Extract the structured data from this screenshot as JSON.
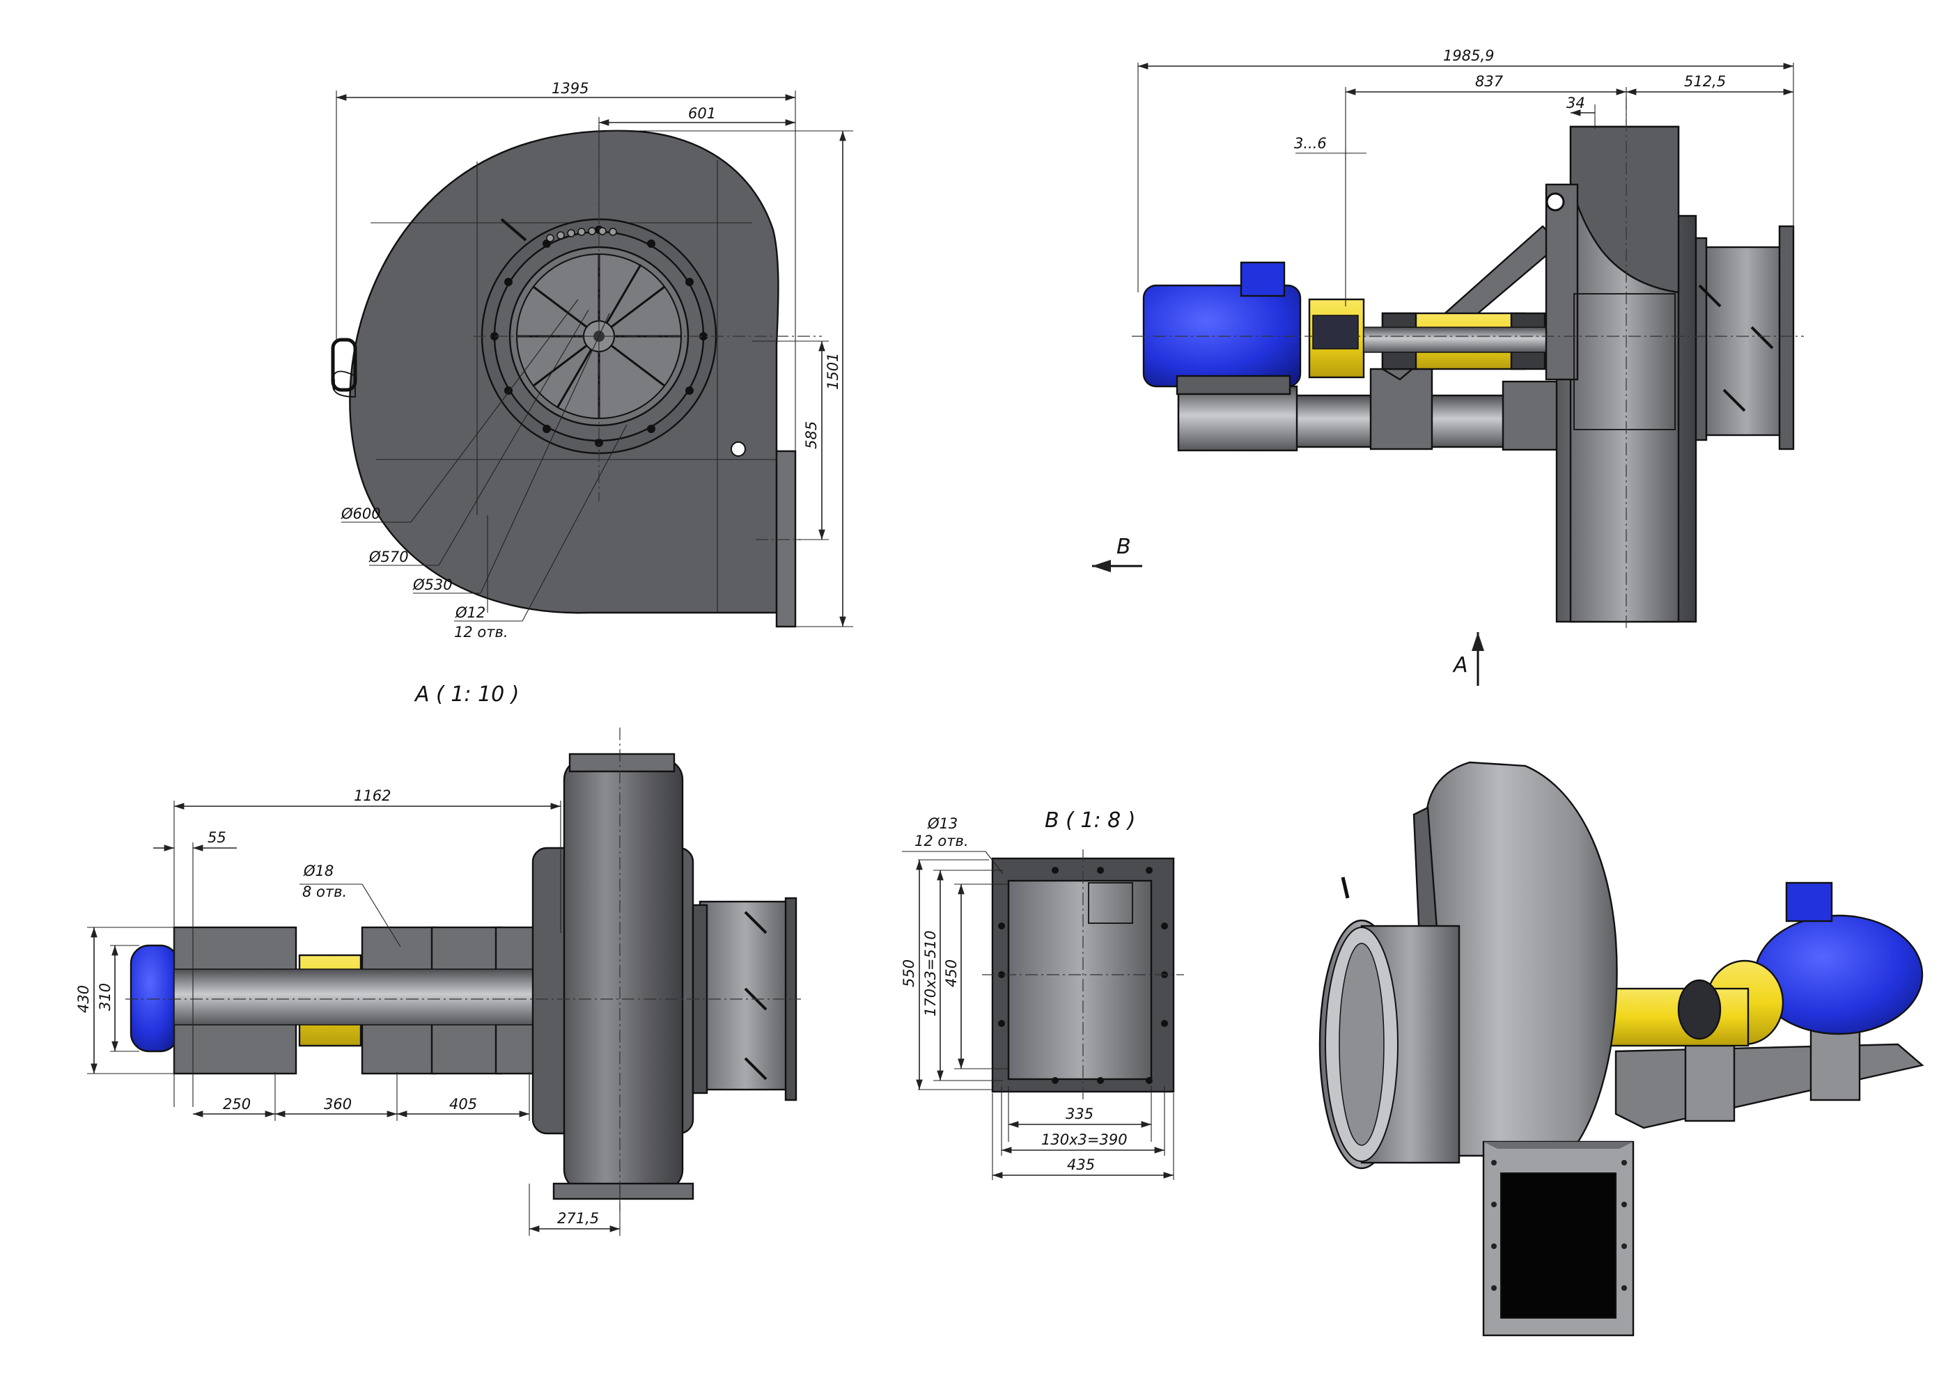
{
  "colors": {
    "steel_dark": "#5d5e62",
    "steel_mid": "#6f7074",
    "steel_light": "#9a9ca0",
    "motor_blue": "#2233dd",
    "coupling_yellow": "#f1d61b",
    "outlet_black": "#050505",
    "line": "#222222"
  },
  "front_view": {
    "dims": {
      "overall_width": "1395",
      "outlet_offset": "601",
      "overall_height": "1501",
      "outlet_height": "585",
      "d600": "Ø600",
      "d570": "Ø570",
      "d530": "Ø530",
      "d12": "Ø12",
      "holes12": "12 отв."
    }
  },
  "side_view": {
    "dims": {
      "overall_length": "1985,9",
      "shaft_length": "837",
      "gap": "34",
      "inlet_length": "512,5",
      "coupling_gap": "3...6"
    },
    "arrow_b": "B",
    "arrow_a": "A"
  },
  "view_a": {
    "title": "A ( 1: 10 )",
    "dims": {
      "length": "1162",
      "offset": "55",
      "d18": "Ø18",
      "holes8": "8 отв.",
      "h430": "430",
      "h310": "310",
      "s250": "250",
      "s360": "360",
      "s405": "405",
      "w271": "271,5"
    }
  },
  "view_b": {
    "title": "B ( 1: 8 )",
    "dims": {
      "d13": "Ø13",
      "holes12": "12 отв.",
      "h550": "550",
      "h510": "170x3=510",
      "h450": "450",
      "w335": "335",
      "w390": "130x3=390",
      "w435": "435"
    }
  },
  "render_view": {
    "icons": [
      "fan-assembly-3d-render"
    ]
  }
}
